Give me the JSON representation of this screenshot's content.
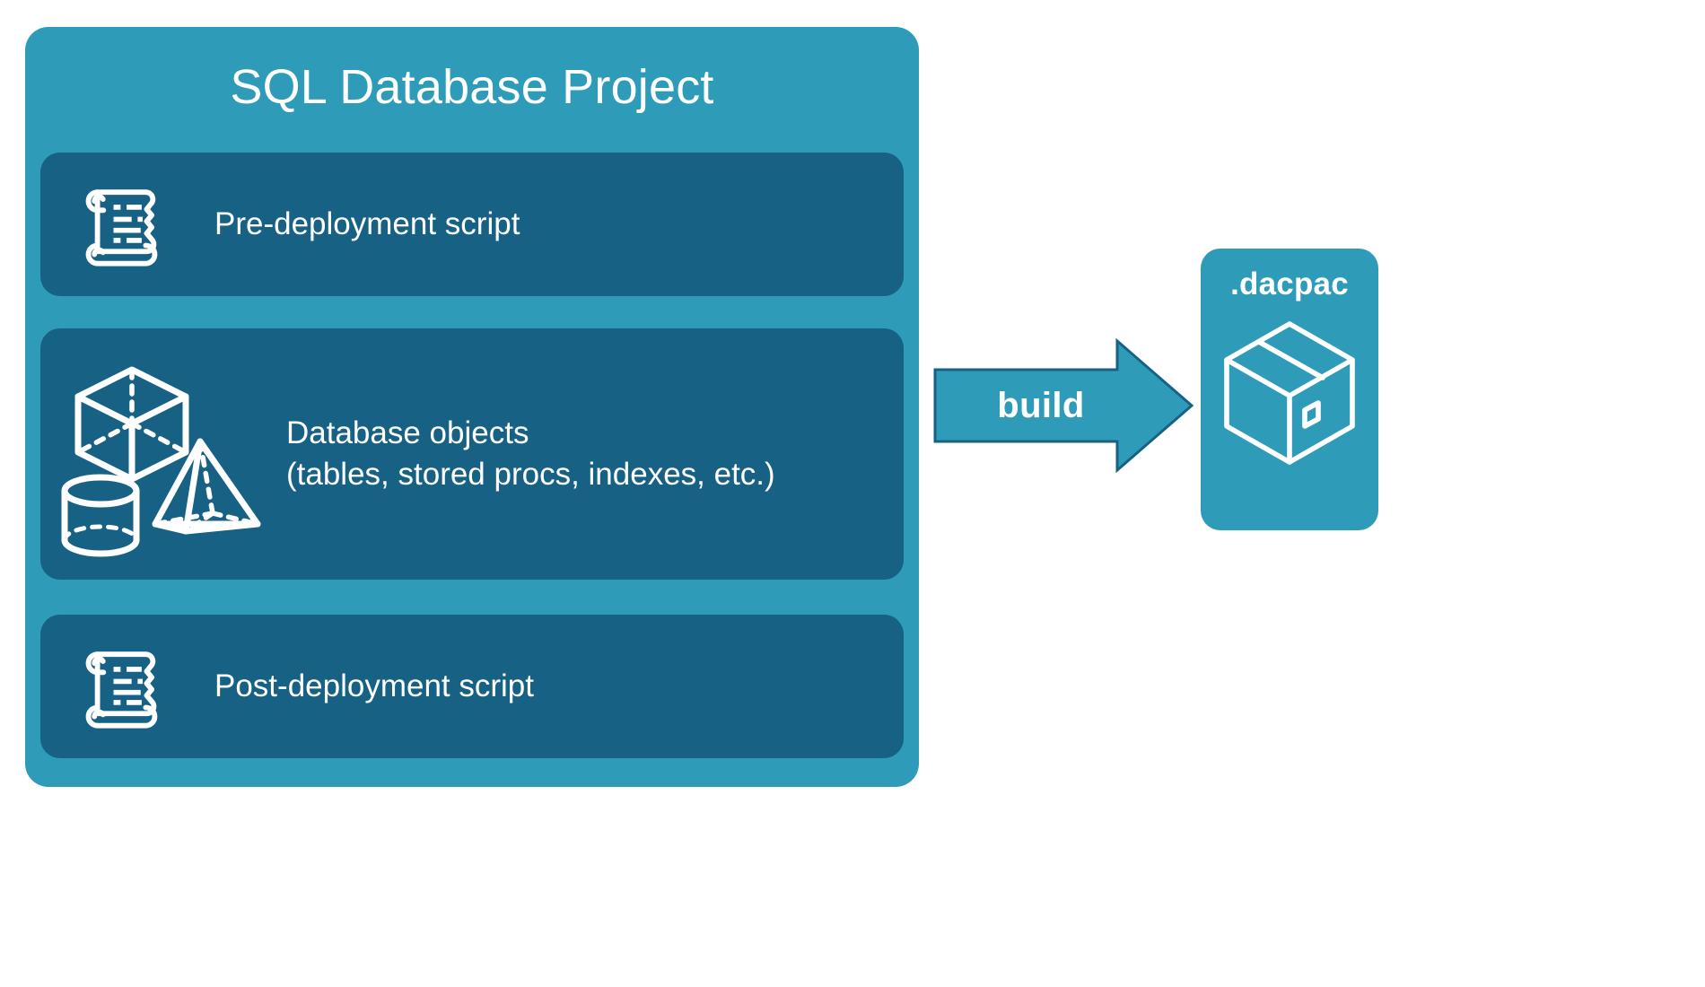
{
  "diagram": {
    "title": "SQL Database Project",
    "background_color": "#ffffff"
  },
  "colors": {
    "container_teal": "#2e9cb8",
    "card_dark_blue": "#166184",
    "icon_white": "#ffffff",
    "arrow_fill": "#2e9cb8",
    "arrow_stroke": "#166184"
  },
  "project": {
    "title": "SQL Database Project",
    "cards": [
      {
        "id": "pre-deployment",
        "label": "Pre-deployment script",
        "icon": "scroll-icon"
      },
      {
        "id": "database-objects",
        "label": "Database objects\n(tables, stored procs, indexes, etc.)",
        "icon": "3d-shapes-icon"
      },
      {
        "id": "post-deployment",
        "label": "Post-deployment script",
        "icon": "scroll-icon"
      }
    ]
  },
  "arrow": {
    "label": "build",
    "direction": "right",
    "icon": "arrow-right-icon"
  },
  "output": {
    "title": ".dacpac",
    "icon": "package-box-icon"
  }
}
